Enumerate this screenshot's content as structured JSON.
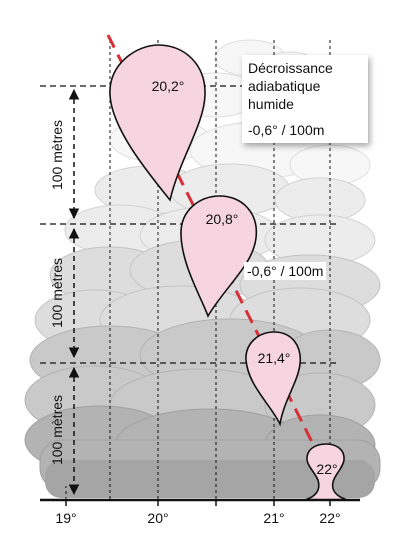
{
  "x_axis": {
    "ticks": [
      "19°",
      "20°",
      "21°",
      "22°"
    ]
  },
  "height_labels": [
    "100 mètres",
    "100 mètres",
    "100 mètres"
  ],
  "parcels": [
    {
      "temperature": "20,2°"
    },
    {
      "temperature": "20,8°"
    },
    {
      "temperature": "21,4°"
    },
    {
      "temperature": "22°"
    }
  ],
  "info_box": {
    "line1": "Décroissance",
    "line2": "adiabatique",
    "line3": "humide",
    "rate": "-0,6° / 100m"
  },
  "rate_label_2": "-0,6° / 100m",
  "colors": {
    "parcel_fill": "#f6d5e0",
    "adiabat_line": "#d62f36",
    "cloud_dark": "#a8a8a8",
    "cloud_light": "#f3f3f3"
  }
}
